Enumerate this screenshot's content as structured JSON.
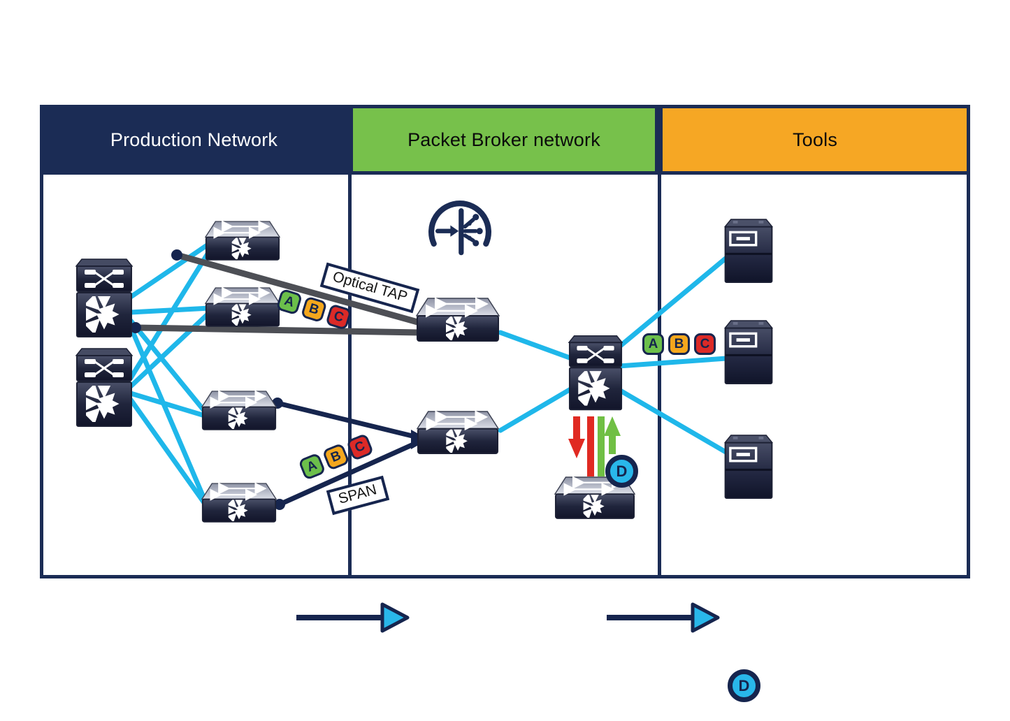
{
  "headers": {
    "production": {
      "label": "Production Network",
      "bg": "#1b2c55",
      "fg": "#ffffff"
    },
    "broker": {
      "label": "Packet Broker network",
      "bg": "#77c14b",
      "fg": "#0b0b0b"
    },
    "tools": {
      "label": "Tools",
      "bg": "#f6a724",
      "fg": "#0b0b0b"
    }
  },
  "labels": {
    "optical_tap": "Optical TAP",
    "span": "SPAN"
  },
  "badges": {
    "a": "A",
    "b": "B",
    "c": "C",
    "d": "D"
  },
  "colors": {
    "navy": "#1b2c55",
    "link_cyan": "#1fb7ea",
    "tap_grey": "#4d4f55",
    "span_navy": "#16254e",
    "arrow_red": "#e02a22",
    "arrow_green": "#70bf44",
    "badge_green": "#6cbf4b",
    "badge_amber": "#f4a71d",
    "badge_red": "#dc2a27",
    "badge_d_cyan": "#29b7ea"
  },
  "icons": {
    "production": [
      "core-switch-icon",
      "core-switch-icon",
      "access-switch-icon",
      "access-switch-icon",
      "access-switch-icon",
      "access-switch-icon"
    ],
    "broker": [
      "tap-splitter-icon",
      "broker-switch-icon",
      "broker-switch-icon",
      "packet-broker-aggregation-switch-icon",
      "broker-tool-switch-icon"
    ],
    "tools": [
      "tool-server-icon",
      "tool-server-icon",
      "tool-server-icon"
    ]
  }
}
